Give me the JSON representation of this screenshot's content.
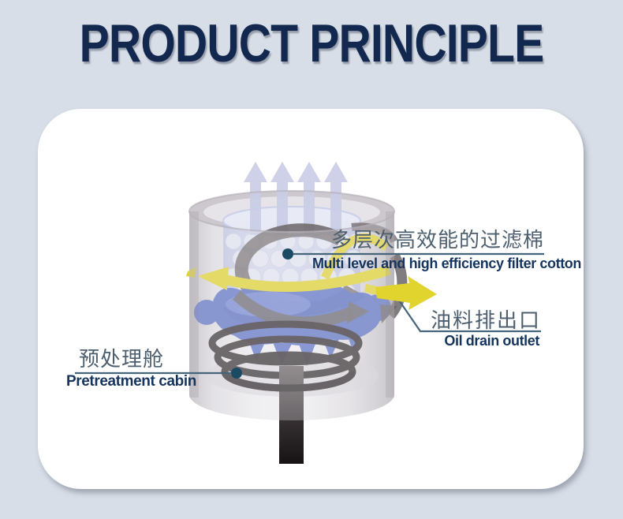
{
  "title": "PRODUCT PRINCIPLE",
  "labels": {
    "filter_cotton": {
      "zh": "多层次高效能的过滤棉",
      "en": "Multi level and high efficiency filter cotton"
    },
    "oil_drain": {
      "zh": "油料排出口",
      "en": "Oil drain outlet"
    },
    "pretreatment": {
      "zh": "预处理舱",
      "en": "Pretreatment cabin"
    }
  },
  "icons": {
    "air_flow": "up-arrows-icon",
    "oil_flow": "yellow-arrow-icon",
    "circulation": "swirl-arrows-icon"
  },
  "colors": {
    "background": "#d8dee7",
    "card": "#ffffff",
    "title": "#12284f",
    "label_zh": "#4d5f6e",
    "label_en": "#15355e",
    "callout_line": "#44657a",
    "callout_dot": "#1d4a63",
    "flow_yellow": "#e2d42f",
    "air_arrow": "#c9cde6",
    "splash_blue": "#5a6fc5",
    "swirl_gray": "#6b6566",
    "coil_dark": "#322c2e"
  }
}
